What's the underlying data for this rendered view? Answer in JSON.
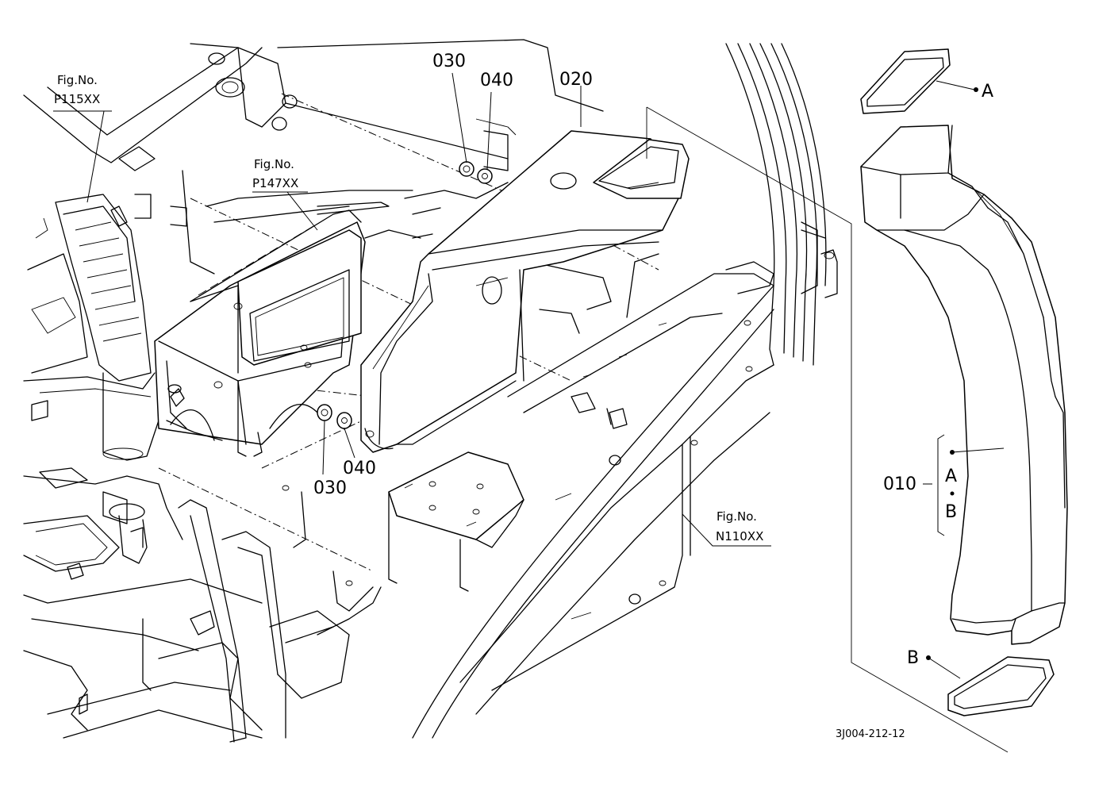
{
  "callouts": {
    "p020": "020",
    "p030_top": "030",
    "p040_top": "040",
    "p030_bottom": "030",
    "p040_bottom": "040",
    "p010": "010"
  },
  "references": {
    "p115": {
      "prefix": "Fig.No.",
      "number": "P115XX"
    },
    "p147": {
      "prefix": "Fig.No.",
      "number": "P147XX"
    },
    "n110": {
      "prefix": "Fig.No.",
      "number": "N110XX"
    }
  },
  "connection_marks": {
    "a_top": "A",
    "b_bottom": "B",
    "a_group": "A",
    "b_group": "B"
  },
  "drawing_code": "3J004-212-12"
}
